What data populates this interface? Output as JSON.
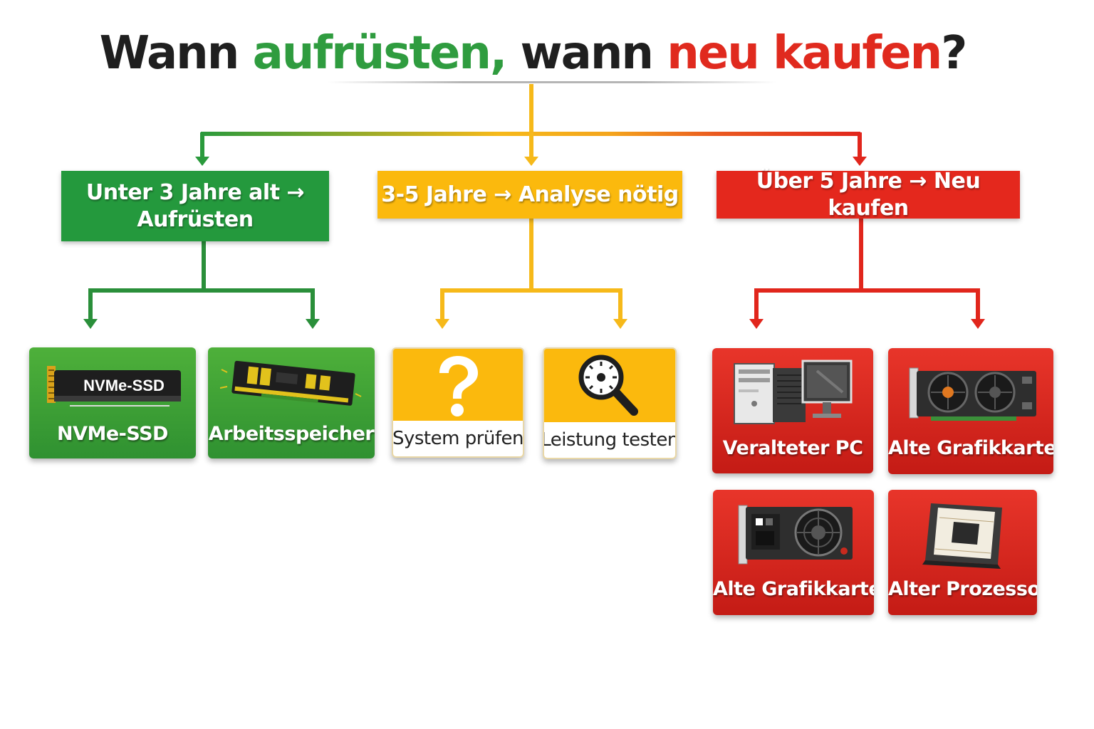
{
  "title": {
    "part1": "Wann ",
    "part2": "aufrüsten,",
    "part3": " wann ",
    "part4": "neu kaufen",
    "part5": "?"
  },
  "colors": {
    "green": "#24993d",
    "yellow": "#fbb90d",
    "red": "#e4281d"
  },
  "branches": [
    {
      "line1": "Unter 3 Jahre alt →",
      "line2": "Aufrüsten",
      "color": "green"
    },
    {
      "line1": "3-5 Jahre → Analyse nötig",
      "color": "yellow"
    },
    {
      "line1": "Über 5 Jahre → Neu kaufen",
      "color": "red"
    }
  ],
  "cards": [
    {
      "label": "NVMe-SSD",
      "icon": "nvme-ssd-icon",
      "icon_text": "NVMe-SSD",
      "color": "green"
    },
    {
      "label": "Arbeitsspeicher",
      "icon": "ram-module-icon",
      "color": "green"
    },
    {
      "label": "System prüfen",
      "icon": "question-mark-icon",
      "color": "yellow"
    },
    {
      "label": "Leistung testen",
      "icon": "magnifier-icon",
      "color": "yellow"
    },
    {
      "label": "Veralteter PC",
      "icon": "desktop-pc-icon",
      "color": "red"
    },
    {
      "label": "Alte Grafikkarte",
      "icon": "graphics-card-icon",
      "color": "red"
    },
    {
      "label": "Alte Grafikkarte",
      "icon": "graphics-card-icon",
      "color": "red"
    },
    {
      "label": "Alter Prozessor",
      "icon": "cpu-chip-icon",
      "color": "red"
    }
  ]
}
